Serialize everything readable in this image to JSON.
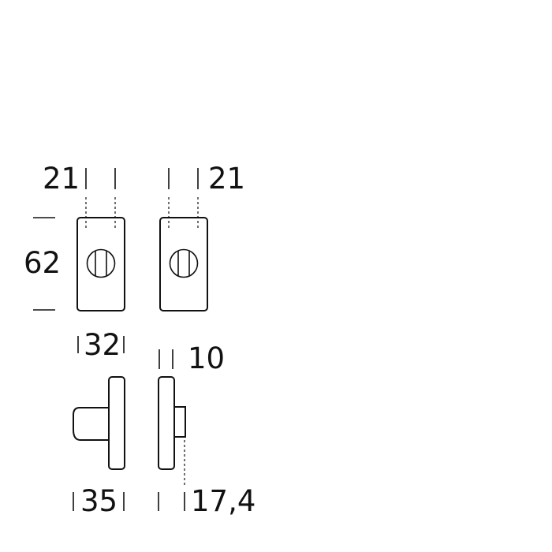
{
  "dimensions": {
    "top_left_offset": "21",
    "top_right_offset": "21",
    "height": "62",
    "width": "32",
    "side_thickness": "10",
    "knob_projection": "35",
    "indicator_projection": "17,4"
  }
}
